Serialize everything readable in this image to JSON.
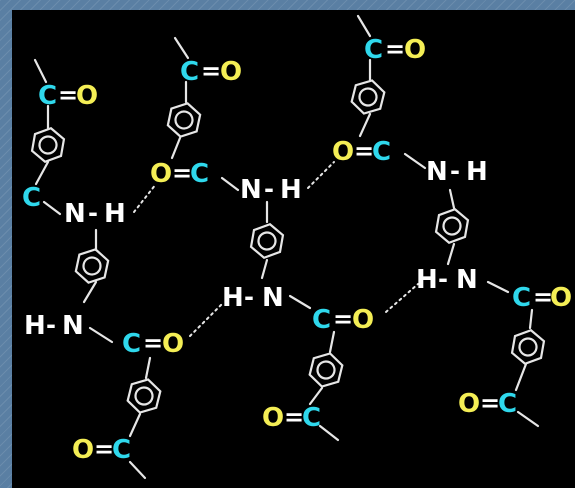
{
  "labels": {
    "carbon": "C",
    "oxygen": "O",
    "nitrogen": "N",
    "hydrogen": "H",
    "double_bond": "=",
    "single_bond": "-"
  },
  "colors": {
    "carbon": "#2fd8ec",
    "oxygen": "#f4ee55",
    "nitrogen_hydrogen": "#ffffff",
    "bonds": "#e6e6e6",
    "panel_background": "#000000",
    "frame": "#5a7fa3"
  }
}
